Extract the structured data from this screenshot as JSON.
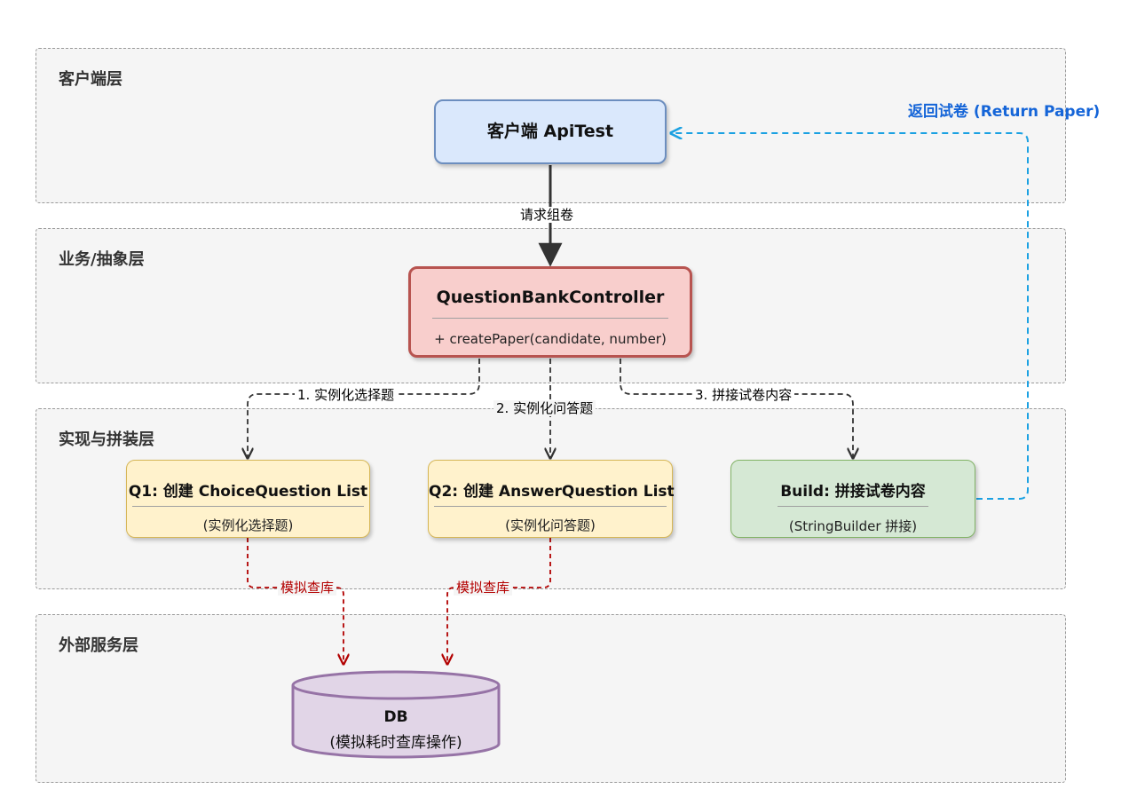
{
  "layers": {
    "client": "客户端层",
    "business": "业务/抽象层",
    "impl": "实现与拼装层",
    "external": "外部服务层"
  },
  "nodes": {
    "client": {
      "title": "客户端 ApiTest"
    },
    "controller": {
      "title": "QuestionBankController",
      "method": "+ createPaper(candidate, number)"
    },
    "q1": {
      "title": "Q1: 创建 ChoiceQuestion List",
      "sub": "(实例化选择题)"
    },
    "q2": {
      "title": "Q2: 创建 AnswerQuestion List",
      "sub": "(实例化问答题)"
    },
    "build": {
      "title": "Build: 拼接试卷内容",
      "sub": "(StringBuilder 拼接)"
    },
    "db": {
      "title": "DB",
      "sub": "(模拟耗时查库操作)"
    }
  },
  "edges": {
    "request": "请求组卷",
    "step1": "1. 实例化选择题",
    "step2": "2. 实例化问答题",
    "step3": "3. 拼接试卷内容",
    "query1": "模拟查库",
    "query2": "模拟查库",
    "return": "返回试卷 (Return Paper)"
  },
  "colors": {
    "client_fill": "#dae8fc",
    "controller_fill": "#f8cecc",
    "impl_fill": "#fff2cc",
    "build_fill": "#d5e8d4",
    "db_fill": "#e1d5e7",
    "return_arrow": "#1ba1e2",
    "db_arrow": "#b20000"
  }
}
